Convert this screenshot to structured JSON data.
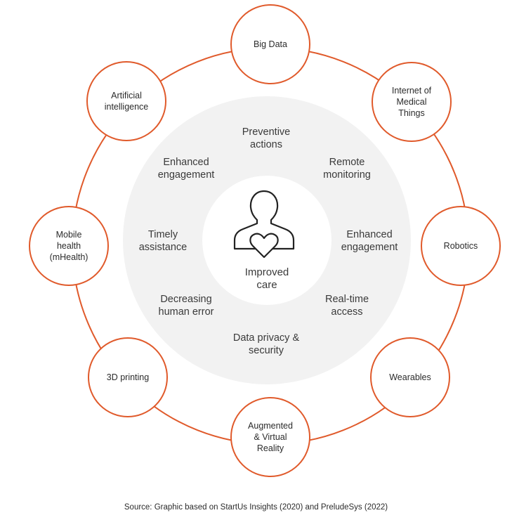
{
  "center": {
    "label": "Improved\ncare",
    "icon": "person-heart-icon"
  },
  "technologies": [
    {
      "id": "big-data",
      "label": "Big Data"
    },
    {
      "id": "iomt",
      "label": "Internet of\nMedical\nThings"
    },
    {
      "id": "robotics",
      "label": "Robotics"
    },
    {
      "id": "wearables",
      "label": "Wearables"
    },
    {
      "id": "ar-vr",
      "label": "Augmented\n& Virtual\nReality"
    },
    {
      "id": "3d-printing",
      "label": "3D printing"
    },
    {
      "id": "mhealth",
      "label": "Mobile\nhealth\n(mHealth)"
    },
    {
      "id": "ai",
      "label": "Artificial\nintelligence"
    }
  ],
  "benefits": [
    {
      "id": "preventive-actions",
      "label": "Preventive\nactions"
    },
    {
      "id": "remote-monitoring",
      "label": "Remote\nmonitoring"
    },
    {
      "id": "enhanced-engagement-right",
      "label": "Enhanced\nengagement"
    },
    {
      "id": "real-time-access",
      "label": "Real-time\naccess"
    },
    {
      "id": "data-privacy",
      "label": "Data privacy &\nsecurity"
    },
    {
      "id": "decreasing-human-error",
      "label": "Decreasing\nhuman error"
    },
    {
      "id": "timely-assistance",
      "label": "Timely\nassistance"
    },
    {
      "id": "enhanced-engagement-left",
      "label": "Enhanced\nengagement"
    }
  ],
  "source": "Source:  Graphic based on StartUs Insights (2020) and PreludeSys (2022)",
  "colors": {
    "accent": "#e05a2b",
    "inner_fill": "#f2f2f2",
    "text": "#333333"
  }
}
